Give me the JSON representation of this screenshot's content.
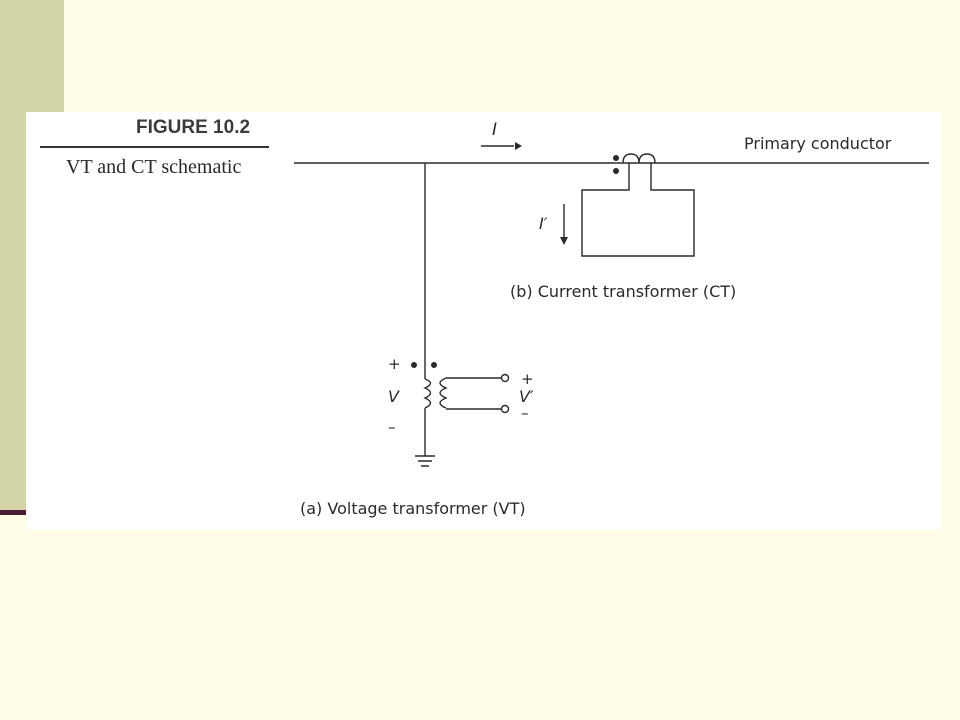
{
  "slide": {
    "colors": {
      "background": "#fefde5",
      "side_bar": "#d4d5a6",
      "side_rule": "#4a1a35",
      "panel": "#ffffff",
      "ink": "#2a2a2a"
    }
  },
  "figure": {
    "number": "FIGURE 10.2",
    "caption": "VT and CT schematic"
  },
  "schematic": {
    "primary_label": "Primary conductor",
    "primary_current": "I",
    "secondary_current": "I′",
    "ct_label": "(b)  Current transformer (CT)",
    "vt_label": "(a)  Voltage transformer (VT)",
    "primary_voltage": "V",
    "secondary_voltage": "V′",
    "plus_sign": "+",
    "minus_sign": "–"
  }
}
